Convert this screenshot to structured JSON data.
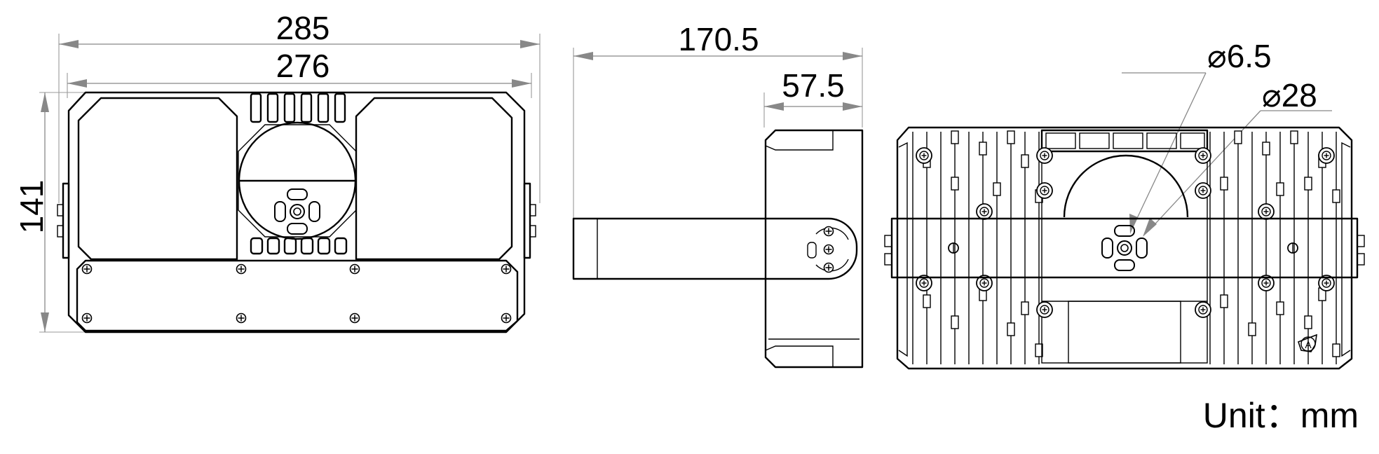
{
  "dimensions": {
    "overall_width": "285",
    "body_width": "276",
    "height": "141",
    "side_depth": "170.5",
    "bracket_depth": "57.5",
    "hole_small": "⌀6.5",
    "hole_large": "⌀28"
  },
  "unit_label": "Unit：mm",
  "badge_letter": "A"
}
